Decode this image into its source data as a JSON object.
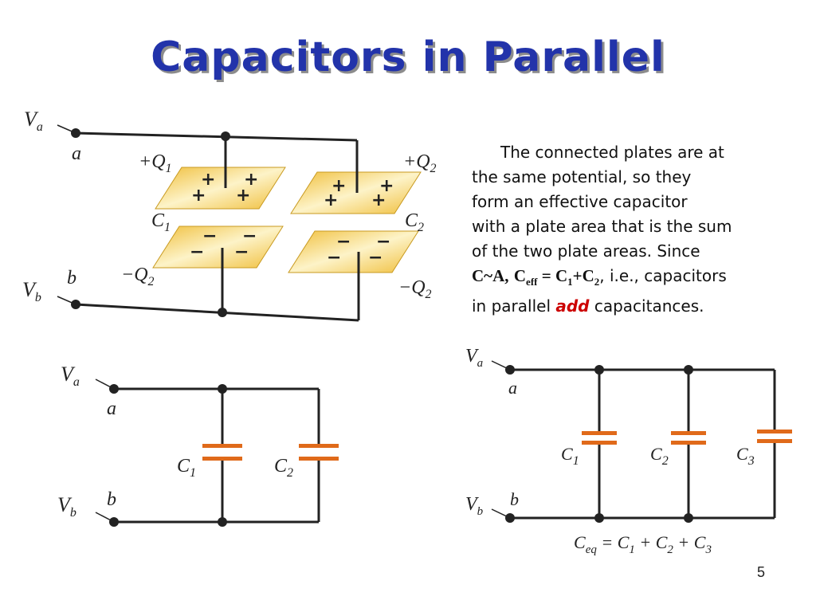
{
  "title": "Capacitors in Parallel",
  "description": {
    "line1": "The connected plates are at",
    "line2": "the same potential, so they",
    "line3": "form an effective capacitor",
    "line4": "with a plate area that is the sum",
    "line5": "of the two plate areas.  Since",
    "formula_ca": "C~A,",
    "formula_ceff": "C",
    "formula_ceff_sub": "eff",
    "formula_eq": "= C",
    "formula_sub1": "1",
    "formula_plus": "+C",
    "formula_sub2": "2",
    "formula_tail": ", i.e., capacitors",
    "line7_start": "in parallel ",
    "add_word": "add",
    "line7_end": " capacitances."
  },
  "plates_diagram": {
    "va": "V",
    "va_sub": "a",
    "node_a": "a",
    "vb": "V",
    "vb_sub": "b",
    "node_b": "b",
    "q1_pos": "+Q",
    "q1_sub": "1",
    "q2_pos": "+Q",
    "q2_sub": "2",
    "q1_neg": "−Q",
    "q1_neg_sub": "2",
    "q2_neg": "−Q",
    "q2_neg_sub": "2",
    "c1": "C",
    "c1_sub": "1",
    "c2": "C",
    "c2_sub": "2",
    "plus": "+",
    "minus": "−"
  },
  "two_cap_circuit": {
    "va": "V",
    "va_sub": "a",
    "node_a": "a",
    "vb": "V",
    "vb_sub": "b",
    "node_b": "b",
    "c1": "C",
    "c1_sub": "1",
    "c2": "C",
    "c2_sub": "2"
  },
  "three_cap_circuit": {
    "va": "V",
    "va_sub": "a",
    "node_a": "a",
    "vb": "V",
    "vb_sub": "b",
    "node_b": "b",
    "c1": "C",
    "c1_sub": "1",
    "c2": "C",
    "c2_sub": "2",
    "c3": "C",
    "c3_sub": "3",
    "ceq": "C",
    "ceq_sub": "eq",
    "eq_rest": " = C",
    "eq_s1": "1",
    "eq_p1": " + C",
    "eq_s2": "2",
    "eq_p2": " + C",
    "eq_s3": "3"
  },
  "page_number": "5",
  "colors": {
    "title": "#2233aa",
    "capacitor": "#e06a1a",
    "plate": "#f2c64a",
    "add": "#cc0000"
  }
}
